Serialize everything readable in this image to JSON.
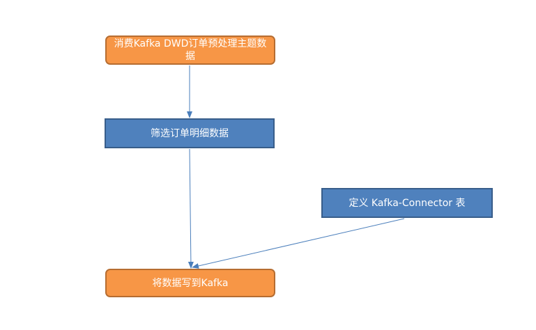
{
  "nodes": {
    "consume": {
      "label": "消费Kafka DWD订单预处理主题数据"
    },
    "filter": {
      "label": "筛选订单明细数据"
    },
    "define": {
      "label": "定义 Kafka-Connector 表"
    },
    "write": {
      "label": "将数据写到Kafka"
    }
  },
  "colors": {
    "orange_fill": "#f79646",
    "orange_border": "#b66d31",
    "blue_fill": "#4f81bd",
    "blue_border": "#385d8a",
    "arrow": "#4a7ebb"
  }
}
